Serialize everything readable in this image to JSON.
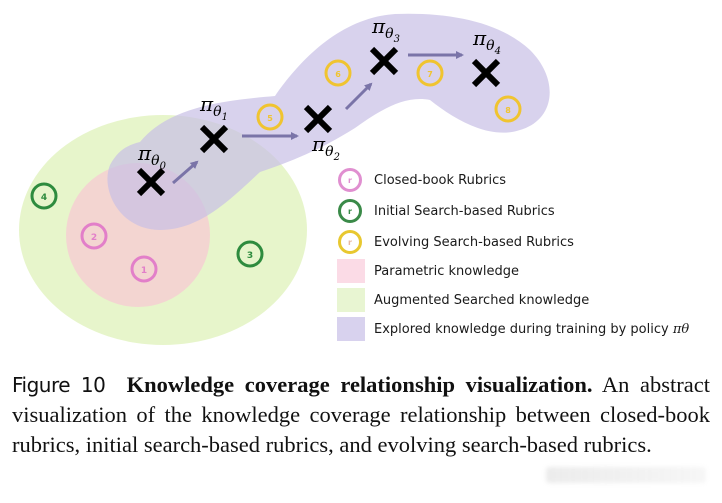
{
  "figure": {
    "regions": [
      {
        "name": "augmented-searched-knowledge",
        "color": "#e4f3c4"
      },
      {
        "name": "parametric-knowledge",
        "color": "#f6d1d4"
      },
      {
        "name": "explored-knowledge",
        "color": "#c9c1e8"
      }
    ],
    "policies": [
      {
        "label": "π",
        "sub": "θ",
        "index": "0"
      },
      {
        "label": "π",
        "sub": "θ",
        "index": "1"
      },
      {
        "label": "π",
        "sub": "θ",
        "index": "2"
      },
      {
        "label": "π",
        "sub": "θ",
        "index": "3"
      },
      {
        "label": "π",
        "sub": "θ",
        "index": "4"
      }
    ],
    "rubrics": [
      {
        "id": "1",
        "type": "closed-book"
      },
      {
        "id": "2",
        "type": "closed-book"
      },
      {
        "id": "3",
        "type": "initial-search"
      },
      {
        "id": "4",
        "type": "initial-search"
      },
      {
        "id": "5",
        "type": "evolving-search"
      },
      {
        "id": "6",
        "type": "evolving-search"
      },
      {
        "id": "7",
        "type": "evolving-search"
      },
      {
        "id": "8",
        "type": "evolving-search"
      }
    ],
    "colors": {
      "closed-book": "#e27fc9",
      "initial-search": "#2e8b3e",
      "evolving-search": "#f0c430",
      "arrow": "#7a74a8",
      "cross": "#000000"
    }
  },
  "legend": {
    "items": [
      {
        "kind": "ring",
        "symbol": "r",
        "color": "#e08fd0",
        "label": "Closed-book Rubrics"
      },
      {
        "kind": "ring",
        "symbol": "r",
        "color": "#3a8a48",
        "label": "Initial Search-based Rubrics"
      },
      {
        "kind": "ring",
        "symbol": "r",
        "color": "#e8c830",
        "label": "Evolving Search-based Rubrics"
      },
      {
        "kind": "swatch",
        "color": "#fbdbe6",
        "label": "Parametric knowledge"
      },
      {
        "kind": "swatch",
        "color": "#e8f5d2",
        "label": "Augmented Searched knowledge"
      },
      {
        "kind": "swatch",
        "color": "#d8d2ee",
        "label": "Explored knowledge during training by policy ",
        "math": "πθ"
      }
    ]
  },
  "caption": {
    "figure_label": "Figure 10",
    "title": "Knowledge coverage relationship visualization.",
    "body": "An abstract visualization of the knowledge coverage relationship between closed-book rubrics, initial search-based rubrics, and evolving search-based rubrics."
  }
}
